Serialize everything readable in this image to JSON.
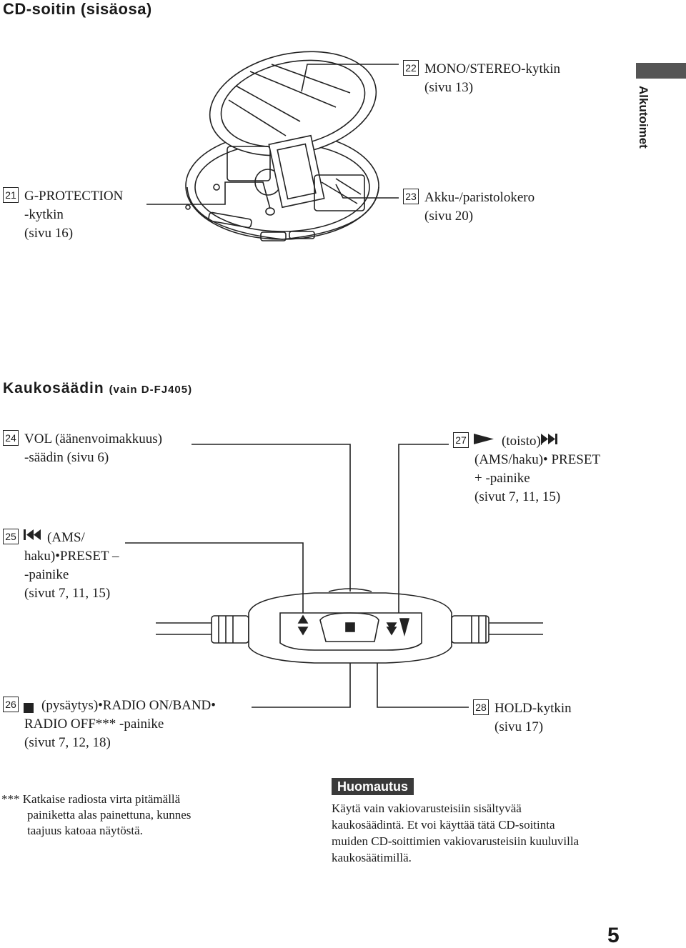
{
  "header": {
    "section_title": "CD-soitin (sisäosa)",
    "side_tab": "Alkutoimet"
  },
  "cd_player": {
    "c21": {
      "num": "21",
      "line1": "G-PROTECTION",
      "line2": "-kytkin",
      "line3": "(sivu 16)"
    },
    "c22": {
      "num": "22",
      "line1": "MONO/STEREO-kytkin",
      "line2": "(sivu 13)"
    },
    "c23": {
      "num": "23",
      "line1": "Akku-/paristolokero",
      "line2": "(sivu 20)"
    }
  },
  "remote": {
    "title": "Kaukosäädin",
    "title_suffix": "(vain D-FJ405)",
    "c24": {
      "num": "24",
      "line1": "VOL (äänenvoimakkuus)",
      "line2": "-säädin (sivu 6)"
    },
    "c25": {
      "num": "25",
      "line1": "(AMS/",
      "line2": "haku)•PRESET –",
      "line3": "-painike",
      "line4": "(sivut 7, 11, 15)"
    },
    "c26": {
      "num": "26",
      "line1": "(pysäytys)•RADIO ON/BAND•",
      "line2": "RADIO OFF*** -painike",
      "line3": "(sivut 7, 12, 18)"
    },
    "c27": {
      "num": "27",
      "line1": "(toisto)/",
      "line2": "(AMS/haku)• PRESET",
      "line3": "+ -painike",
      "line4": "(sivut 7, 11, 15)"
    },
    "c28": {
      "num": "28",
      "line1": "HOLD-kytkin",
      "line2": "(sivu 17)"
    }
  },
  "footnote": {
    "line1": "*** Katkaise radiosta virta pitämällä",
    "line2": "painiketta alas painettuna, kunnes",
    "line3": "taajuus katoaa näytöstä."
  },
  "note": {
    "heading": "Huomautus",
    "line1": "Käytä vain vakiovarusteisiin sisältyvää",
    "line2": "kaukosäädintä. Et voi käyttää tätä CD-soitinta",
    "line3": "muiden CD-soittimien vakiovarusteisiin kuuluvilla",
    "line4": "kaukosäätimillä."
  },
  "page_number": "5"
}
